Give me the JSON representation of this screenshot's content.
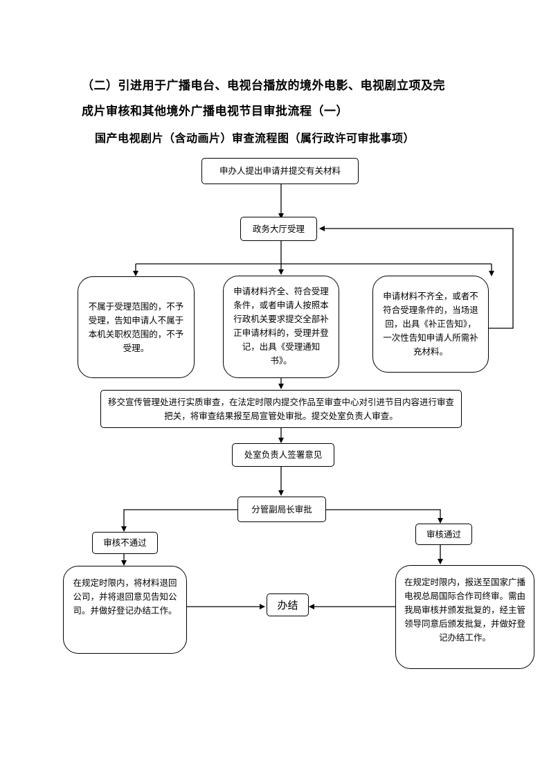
{
  "heading": {
    "line1": "（二）引进用于广播电台、电视台播放的境外电影、电视剧立项及完",
    "line2": "成片审核和其他境外广播电视节目审批流程（一）",
    "subtitle": "国产电视剧片（含动画片）审查流程图（属行政许可审批事项）"
  },
  "flow": {
    "apply": "申办人提出申请并提交有关材料",
    "hall": "政务大厅受理",
    "reject": "不属于受理范围的，不予受理，告知申请人不属于本机关职权范围的，不予受理。",
    "accept": "申请材料齐全、符合受理条件，或者申请人按照本行政机关要求提交全部补正申请材料的，受理并登记，出具《受理通知书》。",
    "incomplete": "申请材料不齐全，或者不符合受理条件的，当场退回，出具《补正告知》，一次性告知申请人所需补充材料。",
    "transfer": "移交宣传管理处进行实质审查，在法定时限内提交作品至审查中心对引进节目内容进行审查把关，将审查结果报至局宣管处审批。提交处室负责人审查。",
    "sign": "处室负责人签署意见",
    "deputy": "分管副局长审批",
    "fail": "审核不通过",
    "pass": "审核通过",
    "fail_detail": "在规定时限内，将材料退回公司，并将退回意见告知公司。并做好登记办结工作。",
    "pass_detail": "在规定时限内，报送至国家广播电视总局国际合作司终审。需由我局审核并颁发批复的，经主管领导同意后颁发批复，并做好登记办结工作。",
    "done": "办结"
  }
}
